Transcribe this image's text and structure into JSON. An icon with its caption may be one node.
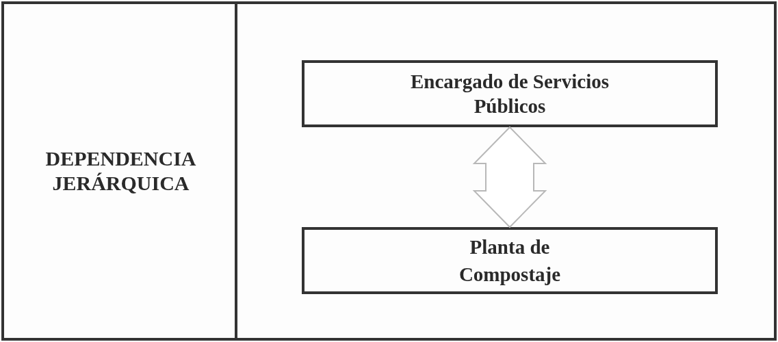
{
  "diagram": {
    "nodes": [
      {
        "text": [
          "DEPENDENCIA JERÁRQUICA"
        ]
      },
      {
        "text": [],
        "shape": "box"
      },
      {
        "text": [
          "Encargado de Servicios Públicos"
        ],
        "in": 1
      },
      {
        "text": [
          "Planta de Compostaje"
        ],
        "in": 1
      }
    ],
    "edges": [
      {
        "from": 2,
        "to": 3,
        "arrow": "both"
      }
    ]
  }
}
